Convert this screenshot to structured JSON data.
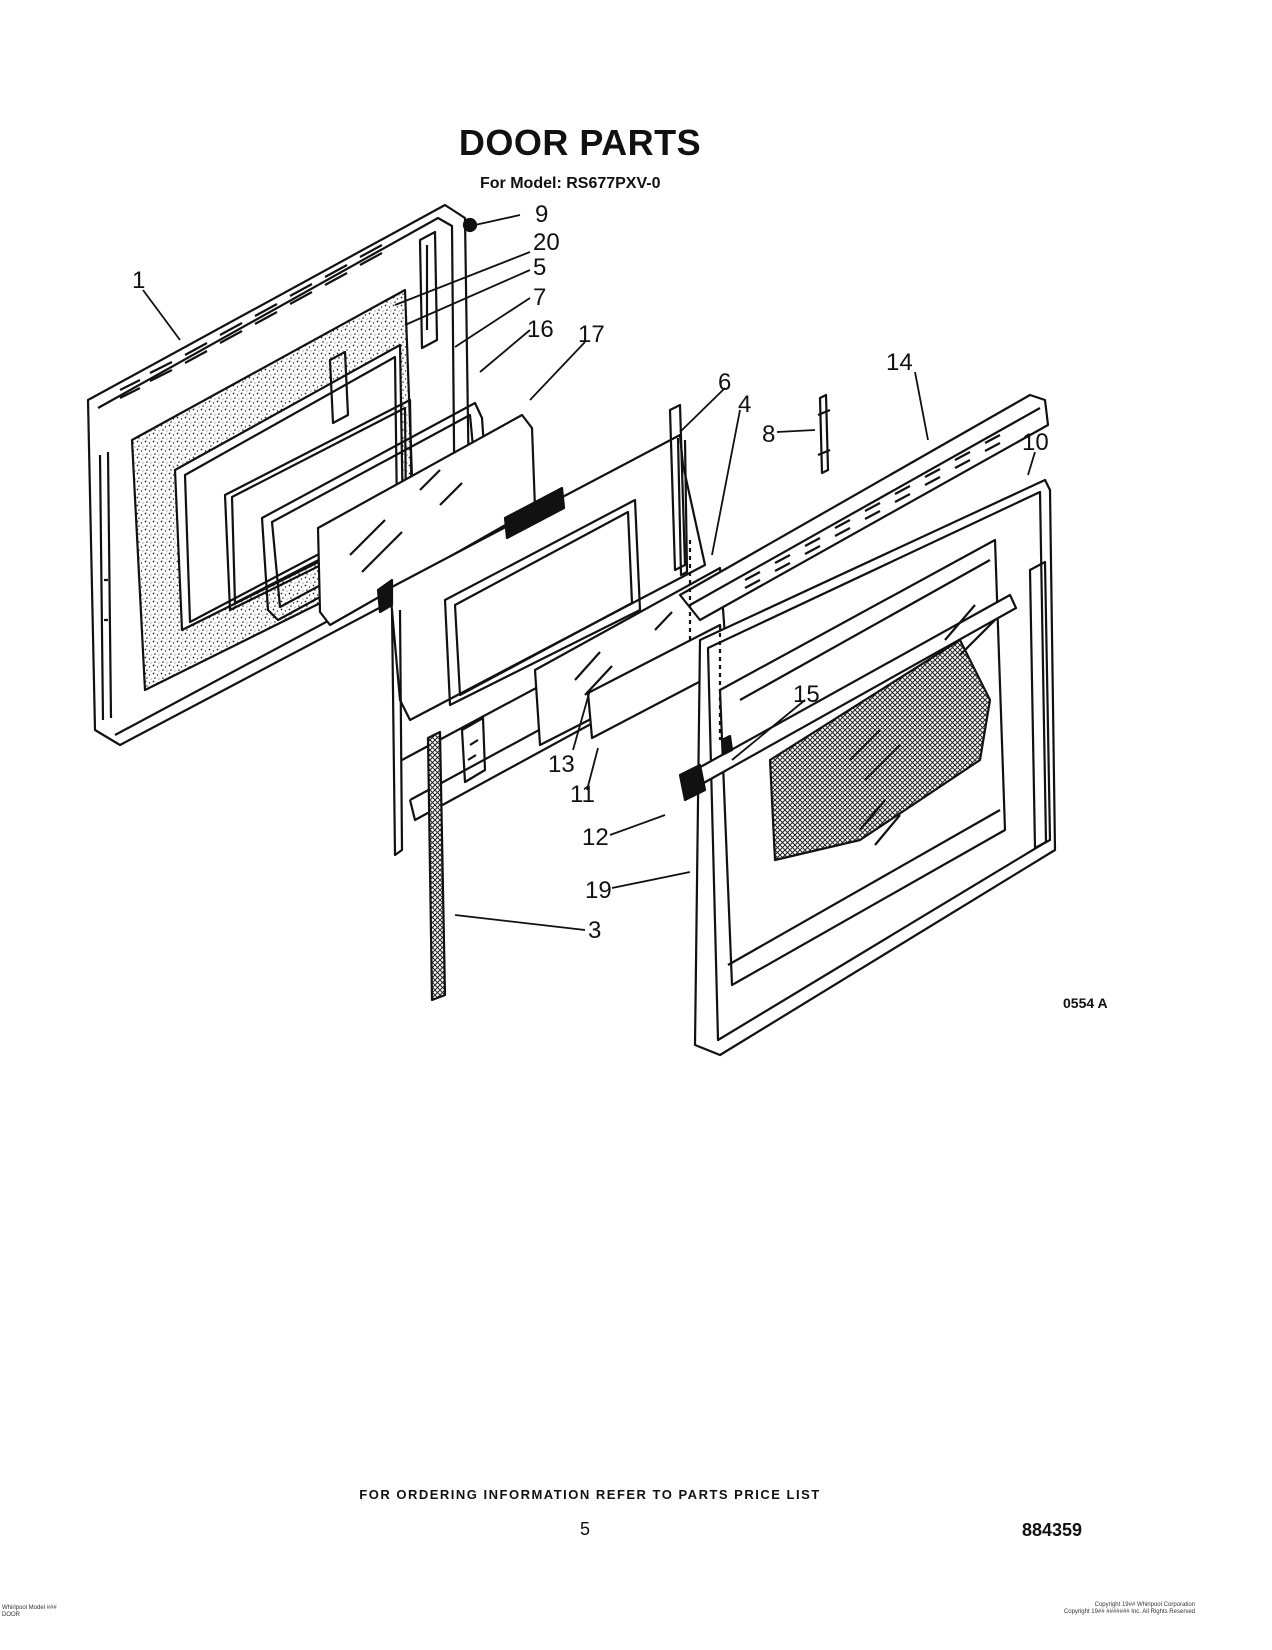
{
  "header": {
    "title": "DOOR PARTS",
    "subtitle": "For Model: RS677PXV-0"
  },
  "figure": {
    "code": "0554 A",
    "callouts": {
      "c1": "1",
      "c3": "3",
      "c4": "4",
      "c5": "5",
      "c6": "6",
      "c7": "7",
      "c8": "8",
      "c9": "9",
      "c10": "10",
      "c11": "11",
      "c12": "12",
      "c13": "13",
      "c14": "14",
      "c15": "15",
      "c16": "16",
      "c17": "17",
      "c19": "19",
      "c20": "20"
    }
  },
  "footer": {
    "ordering_note": "FOR ORDERING INFORMATION REFER TO PARTS PRICE LIST",
    "page_number": "5",
    "document_number": "884359",
    "left_small_line1": "Whirlpool Model ###",
    "left_small_line2": "DOOR",
    "right_small_line1": "Copyright 19## Whirlpool Corporation",
    "right_small_line2": "Copyright 19## ####### Inc. All Rights Reserved"
  }
}
